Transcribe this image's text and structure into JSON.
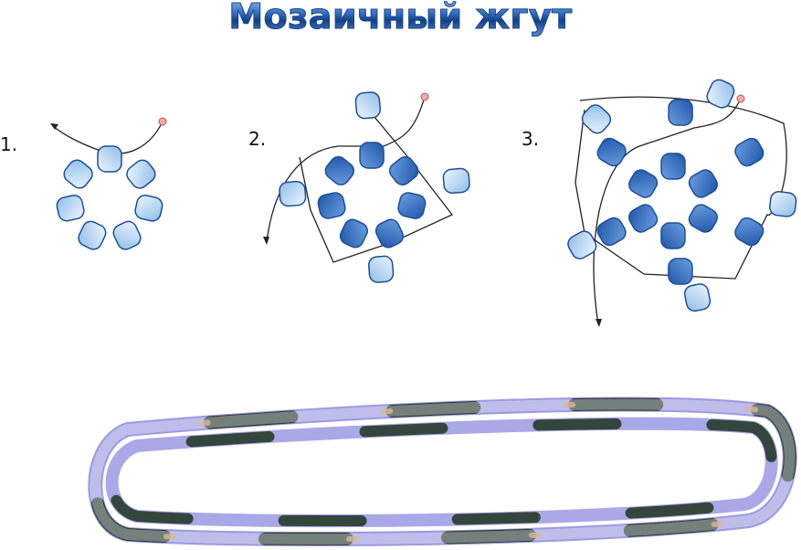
{
  "title": "Мозаичный жгут",
  "steps": [
    {
      "label": "1.",
      "inner_beads": 7,
      "middle_beads": 0,
      "outer_beads": 0
    },
    {
      "label": "2.",
      "inner_beads": 7,
      "middle_beads": 0,
      "outer_beads": 4
    },
    {
      "label": "3.",
      "inner_beads": 6,
      "middle_beads": 6,
      "outer_beads": 5
    }
  ],
  "colors": {
    "light_bead": "#bcd8f4",
    "dark_bead": "#2f6ac0",
    "bead_outline": "#1d4f93",
    "thread": "#222222",
    "thread_end": "#f4a9a9",
    "rope_light": "#9d9be0",
    "rope_dark": "#2b3b35",
    "rope_copper": "#c9925e"
  }
}
